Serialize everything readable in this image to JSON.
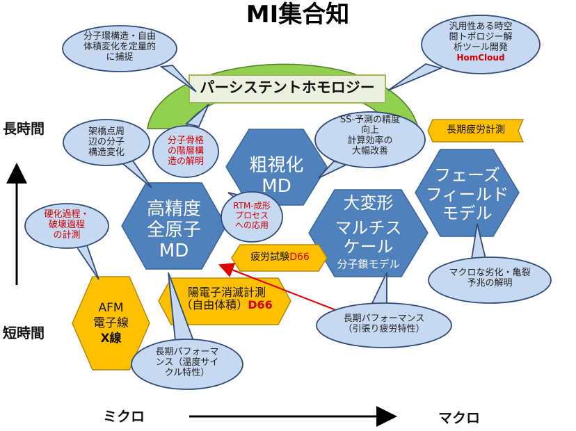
{
  "title": "MI集合知",
  "axes": {
    "y_top": "長時間",
    "y_bottom": "短時間",
    "x_left": "ミクロ",
    "x_right": "マクロ"
  },
  "banner": "パーシステントホモロジー",
  "hexagons": {
    "md_full": {
      "line1": "高精度",
      "line2": "全原子",
      "line3": "MD"
    },
    "coarse": {
      "line1": "粗視化",
      "line2": "MD"
    },
    "multiscale": {
      "line1": "大変形",
      "line2": "マルチス",
      "line3": "ケール",
      "sub": "分子鎖モデル"
    },
    "phase_field": {
      "line1": "フェーズ",
      "line2": "フィールド",
      "line3": "モデル"
    },
    "afm": {
      "line1": "AFM",
      "line2": "電子線",
      "line3": "X線"
    }
  },
  "boxes": {
    "long_fatigue": "長期疲労計測",
    "fatigue_test": "疲労試験",
    "fatigue_test_code": "D66",
    "positron_line1": "陽電子消滅計測",
    "positron_line2": "（自由体積）",
    "positron_code": "D66"
  },
  "bubbles": {
    "ring_structure": {
      "l1": "分子環構造・自由",
      "l2": "体積変化を定量的",
      "l3": "に捕捉"
    },
    "tool": {
      "l1": "汎用性ある時空",
      "l2": "間トポロジー解",
      "l3": "析ツール開発",
      "l4": "HomCloud"
    },
    "crosslink": {
      "l1": "架橋点周",
      "l2": "辺の分子",
      "l3": "構造変化"
    },
    "skeleton": {
      "l1": "分子骨格",
      "l2": "の階層構",
      "l3": "造の解明"
    },
    "ss": {
      "l1": "SS-予測の精度",
      "l2": "向上",
      "l3": "計算効率の",
      "l4": "大幅改善"
    },
    "rtm": {
      "l1": "RTM-成形",
      "l2": "プロセス",
      "l3": "への応用"
    },
    "hardening": {
      "l1": "硬化過程・",
      "l2": "破壊過程",
      "l3": "の計測"
    },
    "macro": {
      "l1": "マクロな劣化・亀裂",
      "l2": "予兆の解明"
    },
    "tensile": {
      "l1": "長期パフォーマンス",
      "l2": "（引張り疲労特性）"
    },
    "thermal": {
      "l1": "長期パフォーマ",
      "l2": "ンス（温度サイ",
      "l3": "クル特性）"
    }
  },
  "colors": {
    "hex_blue": "#4f81bd",
    "bubble_fill": "#c6d9f1",
    "bubble_stroke": "#2e4a7a",
    "yellow": "#ffc000",
    "green": "#92d050",
    "red_arrow": "#e00000"
  }
}
